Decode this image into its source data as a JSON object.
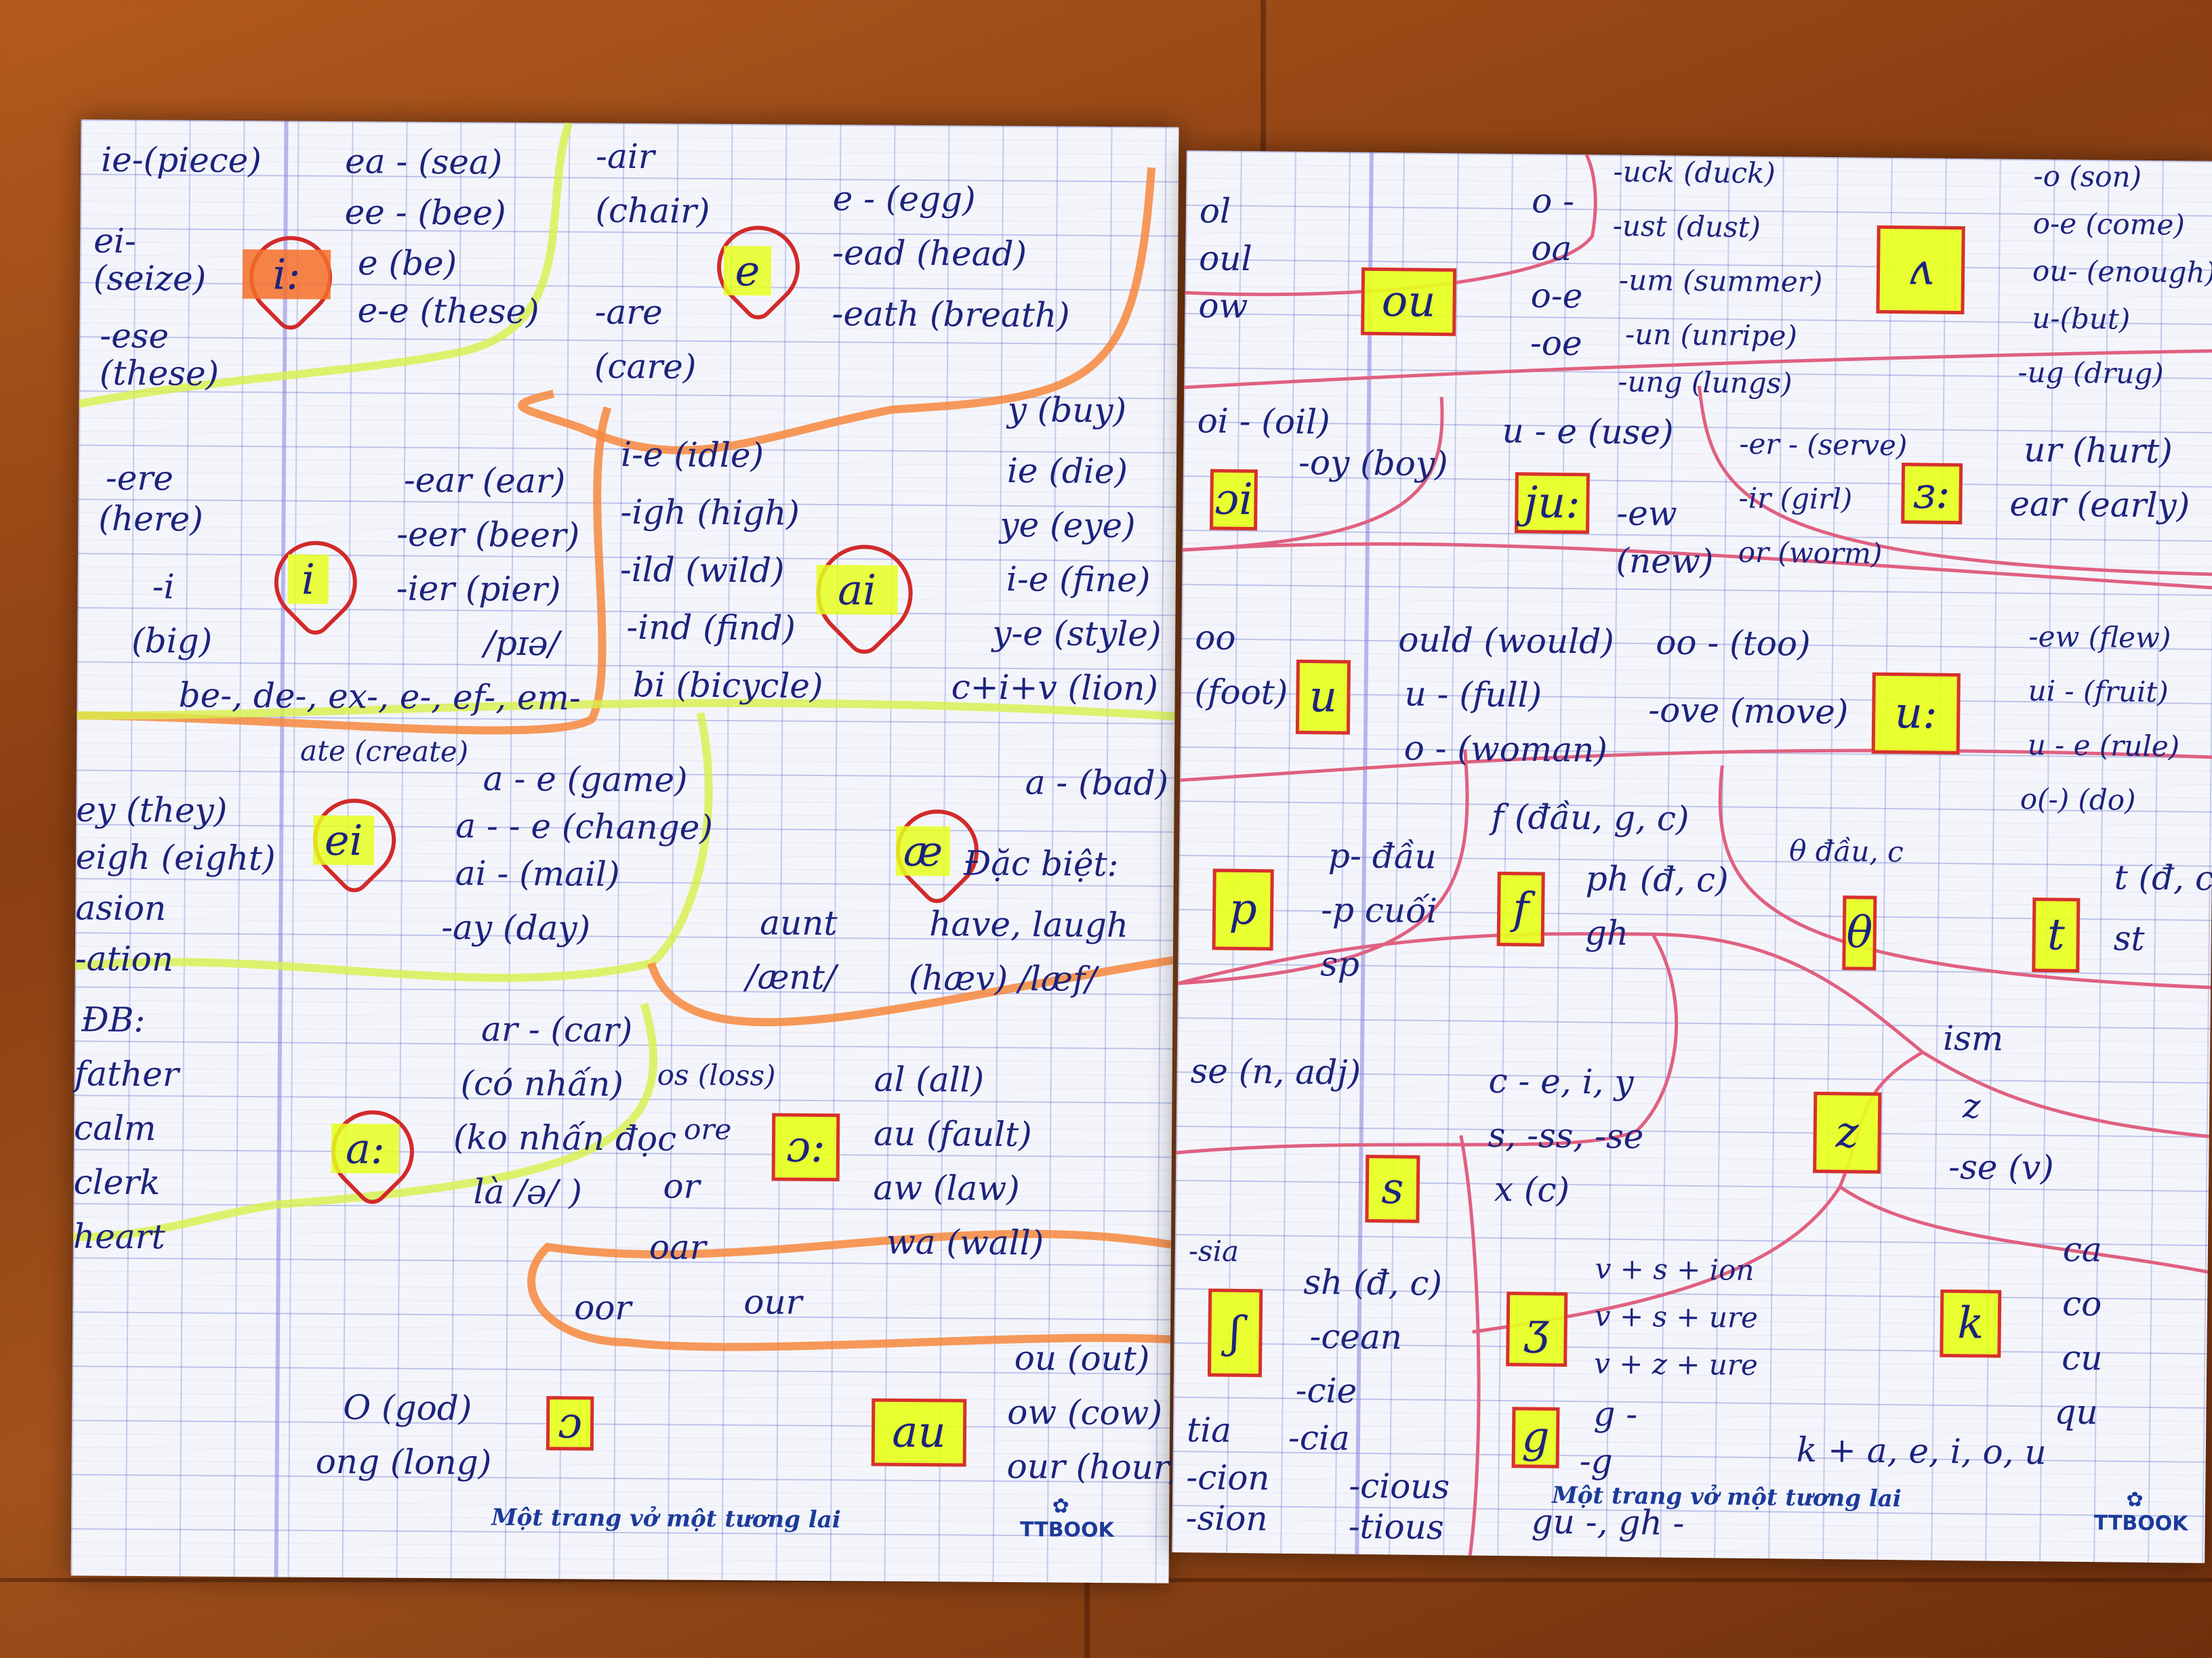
{
  "colors": {
    "ink": "#1c237c",
    "highlighter": "#e6ff1e",
    "orange": "#f56e28",
    "red": "#d22a2a",
    "floor": "#9a4a18"
  },
  "left_page": {
    "ii": {
      "symbol": "i:",
      "items": [
        "ie-(piece)",
        "ei-",
        "(seize)",
        "-ese",
        "(these)",
        "ea - (sea)",
        "ee - (bee)",
        "e (be)",
        "e-e (these)"
      ]
    },
    "e": {
      "symbol": "e",
      "items": [
        "-air",
        "(chair)",
        "-are",
        "(care)",
        "e - (egg)",
        "-ead (head)",
        "-eath (breath)"
      ]
    },
    "i": {
      "symbol": "i",
      "items": [
        "-ere",
        "(here)",
        "-ear (ear)",
        "-eer (beer)",
        "-ier (pier)",
        "/pɪə/",
        "-i",
        "(big)",
        "be-, de-, ex-, e-, ef-, em-"
      ]
    },
    "ai": {
      "symbol": "ai",
      "items": [
        "i-e (idle)",
        "-igh (high)",
        "-ild (wild)",
        "-ind (find)",
        "bi (bicycle)",
        "y (buy)",
        "ie (die)",
        "ye (eye)",
        "i-e (fine)",
        "y-e (style)",
        "c+i+v (lion)"
      ]
    },
    "ei": {
      "symbol": "ei",
      "items": [
        "ate (create)",
        "ey (they)",
        "eigh (eight)",
        "asion",
        "-ation",
        "a - e (game)",
        "a - - e (change)",
        "ai - (mail)",
        "-ay (day)"
      ]
    },
    "ae": {
      "symbol": "æ",
      "items": [
        "a - (bad)",
        "Đặc biệt:",
        "aunt",
        "/ænt/",
        "have, laugh",
        "(hæv) /læf/"
      ]
    },
    "aa": {
      "symbol": "a:",
      "items": [
        "ĐB:",
        "father",
        "calm",
        "clerk",
        "heart",
        "ar - (car)",
        "(có nhấn)",
        "(ko nhấn đọc",
        "là /ə/ )"
      ]
    },
    "oo": {
      "symbol": "ɔ:",
      "items": [
        "os (loss)",
        "ore",
        "or",
        "oar",
        "oor",
        "our",
        "al (all)",
        "au (fault)",
        "aw (law)",
        "wa (wall)"
      ]
    },
    "o": {
      "symbol": "ɔ",
      "items": [
        "O (god)",
        "ong (long)"
      ]
    },
    "au": {
      "symbol": "au",
      "items": [
        "ou (out)",
        "ow (cow)",
        "our (hour)"
      ]
    },
    "footer": {
      "slogan": "Một trang vở một tương lai",
      "logo": "TTBOOK"
    }
  },
  "right_page": {
    "ou": {
      "symbol": "ou",
      "items": [
        "ol",
        "oul",
        "ow",
        "o -",
        "oa",
        "o-e",
        "-oe"
      ]
    },
    "ah": {
      "symbol": "ʌ",
      "items": [
        "-uck (duck)",
        "-ust (dust)",
        "-um (summer)",
        "-un (unripe)",
        "-ung (lungs)",
        "-o (son)",
        "o-e (come)",
        "ou- (enough)",
        "u-(but)",
        "-ug (drug)"
      ]
    },
    "oi": {
      "symbol": "ɔi",
      "items": [
        "oi - (oil)",
        "-oy (boy)"
      ]
    },
    "ju": {
      "symbol": "ju:",
      "items": [
        "u - e (use)",
        "-ew",
        "(new)"
      ]
    },
    "er": {
      "symbol": "ɜ:",
      "items": [
        "-er - (serve)",
        "-ir (girl)",
        "or (worm)",
        "ur (hurt)",
        "ear (early)"
      ]
    },
    "u": {
      "symbol": "u",
      "items": [
        "oo",
        "(foot)",
        "ould (would)",
        "u - (full)",
        "o - (woman)"
      ]
    },
    "uu": {
      "symbol": "u:",
      "items": [
        "oo - (too)",
        "-ove (move)",
        "-ew (flew)",
        "ui - (fruit)",
        "u - e (rule)",
        "o(-) (do)"
      ]
    },
    "p": {
      "symbol": "p",
      "items": [
        "p- đầu",
        "-p cuối",
        "sp"
      ]
    },
    "f": {
      "symbol": "f",
      "items": [
        "f (đầu, g, c)",
        "ph (đ, c)",
        "gh"
      ]
    },
    "th": {
      "symbol": "θ",
      "items": [
        "θ đầu, c"
      ]
    },
    "t": {
      "symbol": "t",
      "items": [
        "t (đ, c)",
        "st"
      ]
    },
    "s": {
      "symbol": "s",
      "items": [
        "se (n, adj)",
        "c - e, i, y",
        "s, -ss, -se",
        "x (c)"
      ]
    },
    "z": {
      "symbol": "z",
      "items": [
        "ism",
        "z",
        "-se (v)"
      ]
    },
    "sh": {
      "symbol": "ʃ",
      "items": [
        "-sia",
        "sh (đ, c)",
        "-cean",
        "-cie",
        "tia",
        "-cia",
        "-cion",
        "-sion",
        "-cious",
        "-tious"
      ]
    },
    "zh": {
      "symbol": "ʒ",
      "items": [
        "v + s + ion",
        "v + s + ure",
        "v + z + ure"
      ]
    },
    "k": {
      "symbol": "k",
      "items": [
        "ca",
        "co",
        "cu",
        "qu",
        "k + a, e, i, o, u"
      ]
    },
    "g": {
      "symbol": "g",
      "items": [
        "g -",
        "-g",
        "gu -, gh -"
      ]
    },
    "footer": {
      "slogan": "Một trang vở một tương lai",
      "logo": "TTBOOK"
    }
  }
}
